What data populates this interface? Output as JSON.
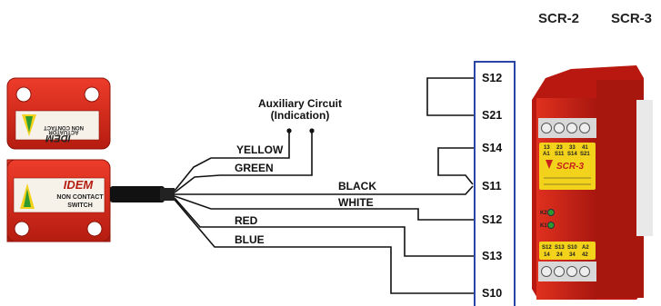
{
  "header": {
    "model_a": "SCR-2",
    "model_b": "SCR-3"
  },
  "actuator": {
    "brand": "IDEM",
    "line1": "NON CONTACT",
    "line2": "ACTUATOR",
    "logo": "IDEM"
  },
  "switch": {
    "brand": "IDEM",
    "line1": "NON CONTACT",
    "line2": "SWITCH",
    "logo": "IDEM"
  },
  "auxiliary": {
    "line1": "Auxiliary Circuit",
    "line2": "(Indication)"
  },
  "wires": {
    "yellow": "YELLOW",
    "green": "GREEN",
    "black": "BLACK",
    "white": "WHITE",
    "red": "RED",
    "blue": "BLUE"
  },
  "terminals": [
    "S12",
    "S21",
    "S14",
    "S11",
    "S12",
    "S13",
    "S10"
  ],
  "relay": {
    "model": "SCR-3",
    "top_row_a": [
      "13",
      "23",
      "33",
      "41"
    ],
    "top_row_b": [
      "A1",
      "S11",
      "S14",
      "S21"
    ],
    "led_labels": [
      "K2",
      "K1"
    ],
    "bottom_row_a": [
      "S12",
      "S13",
      "S10",
      "A2"
    ],
    "bottom_row_b": [
      "14",
      "24",
      "34",
      "42"
    ]
  },
  "colors": {
    "switch_red": "#d32617",
    "relay_red": "#c8201b",
    "terminal_box": "#2b45a6",
    "arrow_green": "#2f9a2f",
    "label_yellow": "#f2d21b"
  },
  "icons": [
    "screw-icon",
    "arrow-icon",
    "led-icon"
  ]
}
